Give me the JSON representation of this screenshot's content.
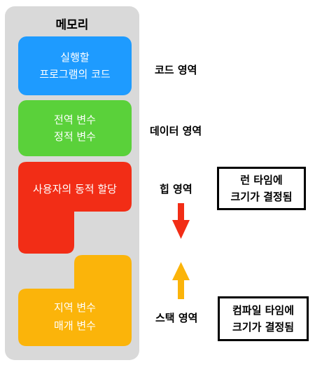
{
  "memory": {
    "title": "메모리",
    "code_block": {
      "line1": "실행할",
      "line2": "프로그램의 코드",
      "color": "#1e9bff"
    },
    "data_block": {
      "line1": "전역 변수",
      "line2": "정적 변수",
      "color": "#5ad13a"
    },
    "heap_block": {
      "label": "사용자의 동적 할당",
      "color": "#f22d16"
    },
    "stack_block": {
      "line1": "지역 변수",
      "line2": "매개 변수",
      "color": "#fbb40a"
    }
  },
  "areas": {
    "code": "코드 영역",
    "data": "데이터 영역",
    "heap": "힙 영역",
    "stack": "스택 영역"
  },
  "notes": {
    "heap": {
      "line1": "런 타임에",
      "line2": "크기가 결정됨"
    },
    "stack": {
      "line1": "컴파일 타임에",
      "line2": "크기가 결정됨"
    }
  },
  "arrows": {
    "heap_color": "#f22d16",
    "stack_color": "#fbb40a"
  }
}
